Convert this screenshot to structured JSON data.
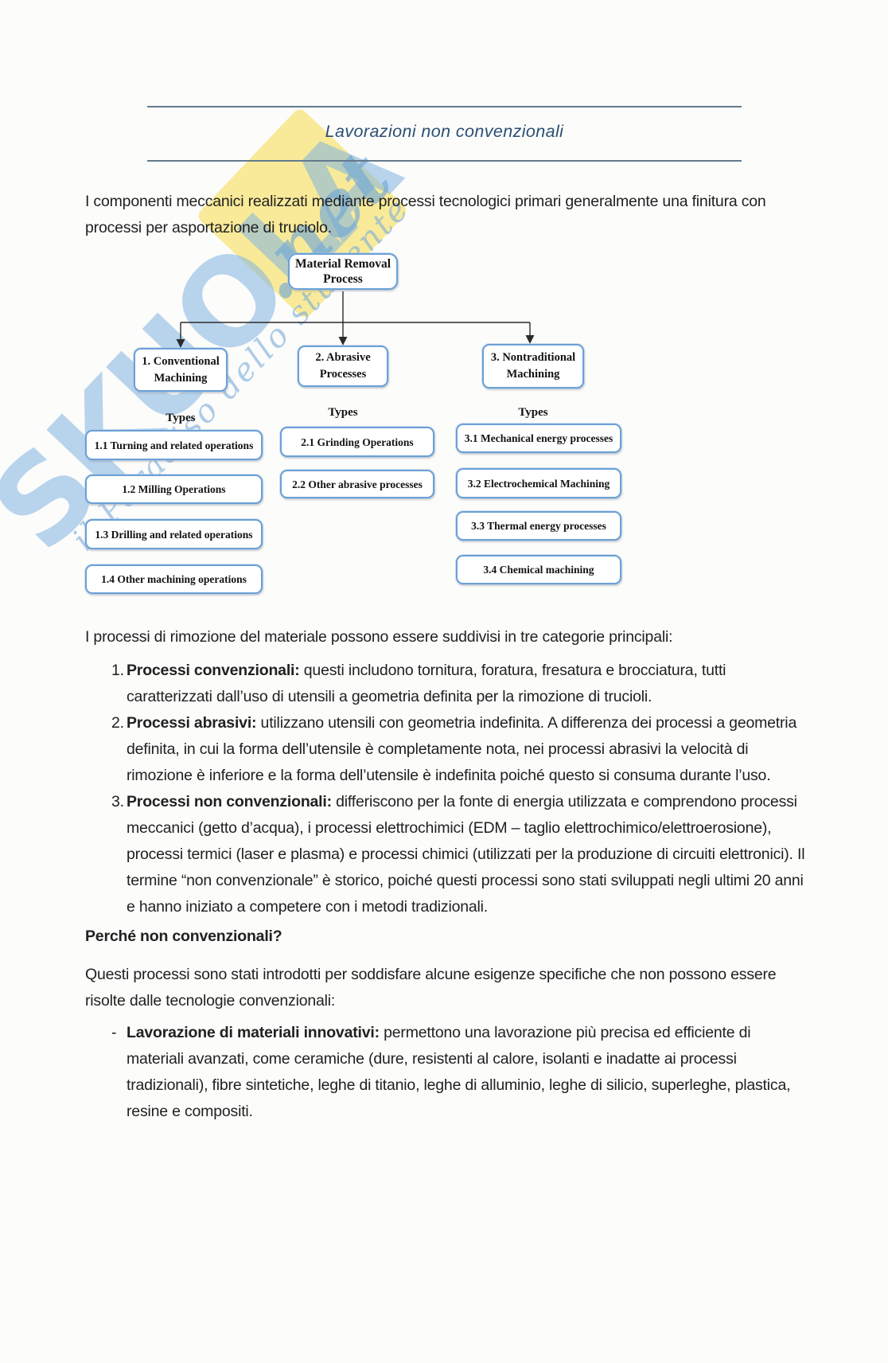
{
  "title": {
    "text": "Lavorazioni non convenzionali"
  },
  "watermark": {
    "brand": "SKUOLA",
    "suffix": ".net",
    "tagline": "il Paradiso dello studente"
  },
  "figure": {
    "root_label": "Material Removal Process",
    "branches": [
      {
        "label": "1. Conventional Machining",
        "types_label": "Types",
        "children": [
          "1.1 Turning and related operations",
          "1.2 Milling Operations",
          "1.3 Drilling and related operations",
          "1.4 Other machining operations"
        ]
      },
      {
        "label": "2. Abrasive Processes",
        "types_label": "Types",
        "children": [
          "2.1 Grinding Operations",
          "2.2 Other abrasive processes"
        ]
      },
      {
        "label": "3. Nontraditional Machining",
        "types_label": "Types",
        "children": [
          "3.1 Mechanical energy processes",
          "3.2 Electrochemical Machining",
          "3.3 Thermal energy processes",
          "3.4 Chemical machining"
        ]
      }
    ]
  },
  "body": {
    "intro": "I componenti meccanici realizzati mediante processi tecnologici primari generalmente una finitura con processi per asportazione di truciolo.",
    "categories_lead": "I processi di rimozione del materiale possono essere suddivisi in tre categorie principali:",
    "items": [
      {
        "num": "1.",
        "lead": "Processi convenzionali:",
        "rest": " questi includono tornitura, foratura, fresatura e brocciatura, tutti caratterizzati dall’uso di utensili a geometria definita per la rimozione di trucioli."
      },
      {
        "num": "2.",
        "lead": "Processi abrasivi:",
        "rest": " utilizzano utensili con geometria indefinita. A differenza dei processi a geometria definita, in cui la forma dell’utensile è completamente nota, nei processi abrasivi la velocità di rimozione è inferiore e la forma dell’utensile è indefinita poiché questo si consuma durante l’uso."
      },
      {
        "num": "3.",
        "lead": "Processi non convenzionali:",
        "rest": " differiscono per la fonte di energia utilizzata e comprendono processi meccanici (getto d’acqua), i processi elettrochimici (EDM – taglio elettrochimico/elettroerosione), processi termici (laser e plasma) e processi chimici (utilizzati per la produzione di circuiti elettronici). Il termine “non convenzionale” è storico, poiché questi processi sono stati sviluppati negli ultimi 20 anni e hanno iniziato a competere con i metodi tradizionali."
      }
    ],
    "why_heading": "Perché non convenzionali?",
    "why_intro": "Questi processi sono stati introdotti per soddisfare alcune esigenze specifiche che non possono essere risolte dalle tecnologie convenzionali:",
    "dash_items": [
      {
        "marker": "-",
        "lead": "Lavorazione di materiali innovativi:",
        "rest": " permettono una lavorazione più precisa ed efficiente di materiali avanzati, come ceramiche (dure, resistenti al calore, isolanti e inadatte ai processi tradizionali), fibre sintetiche, leghe di titanio, leghe di alluminio, leghe di silicio, superleghe, plastica, resine e compositi."
      }
    ]
  },
  "colors": {
    "title_text": "#2a4f74",
    "rule_line": "#64798c",
    "figure_box_border": "#6ba0d6",
    "watermark_blue": "#7fb2e0",
    "watermark_yellow": "#f7e373"
  }
}
